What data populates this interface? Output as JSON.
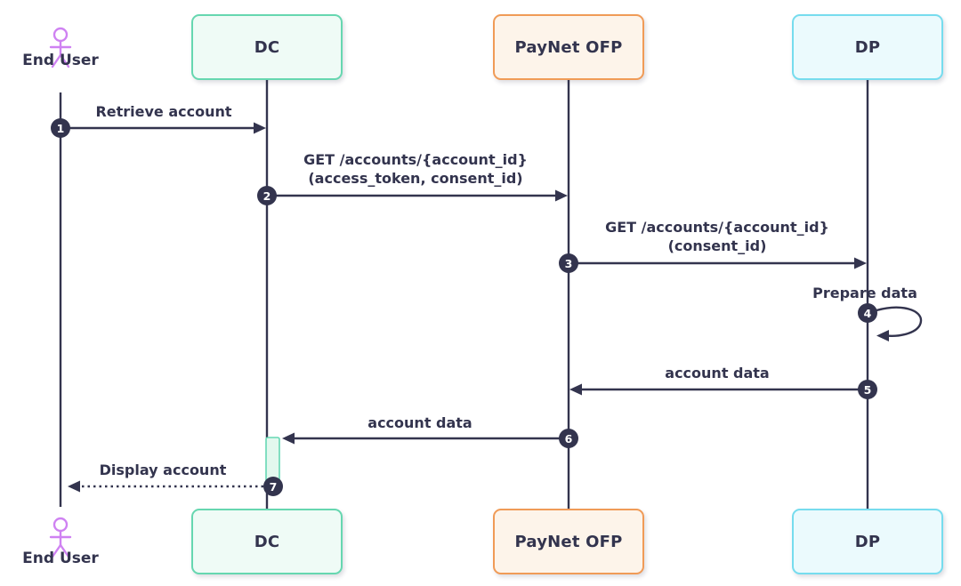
{
  "diagram": {
    "participants": [
      {
        "id": "end-user",
        "label": "End User",
        "kind": "actor",
        "color": "#cf82f2"
      },
      {
        "id": "dc",
        "label": "DC",
        "kind": "box",
        "border_color": "#66d7b0",
        "fill_color": "#effbf6"
      },
      {
        "id": "paynet-ofp",
        "label": "PayNet OFP",
        "kind": "box",
        "border_color": "#f09b57",
        "fill_color": "#fdf4ea"
      },
      {
        "id": "dp",
        "label": "DP",
        "kind": "box",
        "border_color": "#76dcee",
        "fill_color": "#ebfafd"
      }
    ],
    "messages": [
      {
        "num": "1",
        "label": "Retrieve account",
        "from": "End User",
        "to": "DC",
        "line": "solid"
      },
      {
        "num": "2",
        "label": "GET /accounts/{account_id}",
        "label2": "(access_token, consent_id)",
        "from": "DC",
        "to": "PayNet OFP",
        "line": "solid"
      },
      {
        "num": "3",
        "label": "GET /accounts/{account_id}",
        "label2": "(consent_id)",
        "from": "PayNet OFP",
        "to": "DP",
        "line": "solid"
      },
      {
        "num": "4",
        "label": "Prepare data",
        "from": "DP",
        "to": "DP",
        "line": "self-loop"
      },
      {
        "num": "5",
        "label": "account data",
        "from": "DP",
        "to": "PayNet OFP",
        "line": "solid"
      },
      {
        "num": "6",
        "label": "account data",
        "from": "PayNet OFP",
        "to": "DC",
        "line": "solid"
      },
      {
        "num": "7",
        "label": "Display account",
        "from": "DC",
        "to": "End User",
        "line": "dashed"
      }
    ],
    "colors": {
      "line": "#33344e",
      "text": "#33344e",
      "badge_bg": "#33344e",
      "badge_text": "#ffffff",
      "actor": "#cf82f2",
      "activation_fill": "#e2f8ee",
      "activation_border": "#66d7b4",
      "background": "#ffffff"
    }
  }
}
